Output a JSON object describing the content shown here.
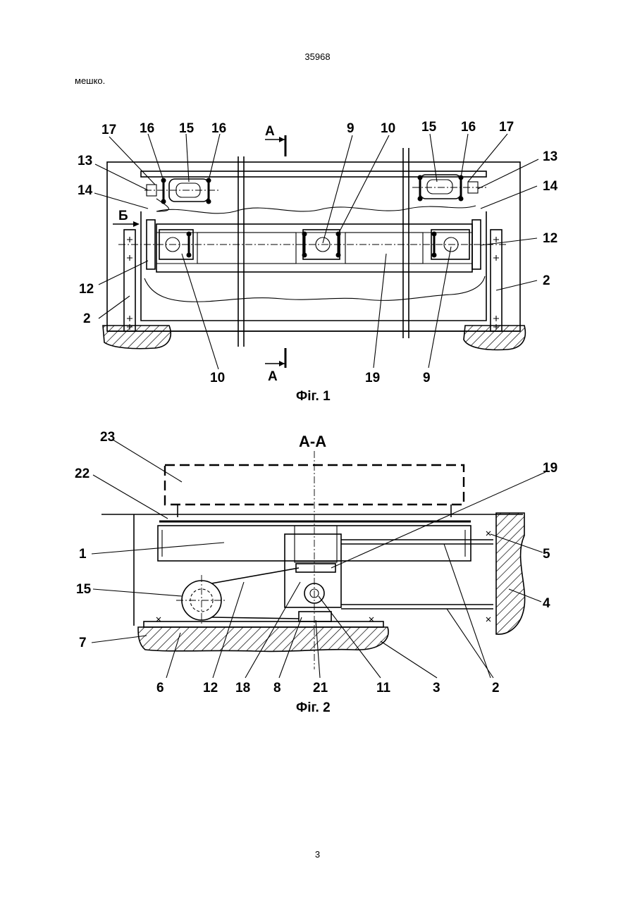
{
  "header": {
    "doc_number": "35968",
    "page_number": "3"
  },
  "body_text": "мешко.",
  "figure1": {
    "caption": "Фіг. 1",
    "section_marks": [
      "А",
      "А",
      "Б"
    ],
    "labels": [
      "17",
      "16",
      "15",
      "16",
      "9",
      "10",
      "15",
      "16",
      "17",
      "13",
      "13",
      "14",
      "14",
      "12",
      "12",
      "2",
      "2",
      "10",
      "19",
      "9"
    ]
  },
  "figure2": {
    "caption": "Фіг. 2",
    "section_title": "А-А",
    "labels": [
      "23",
      "22",
      "19",
      "1",
      "5",
      "15",
      "4",
      "7",
      "6",
      "12",
      "18",
      "8",
      "21",
      "11",
      "3",
      "2"
    ]
  }
}
